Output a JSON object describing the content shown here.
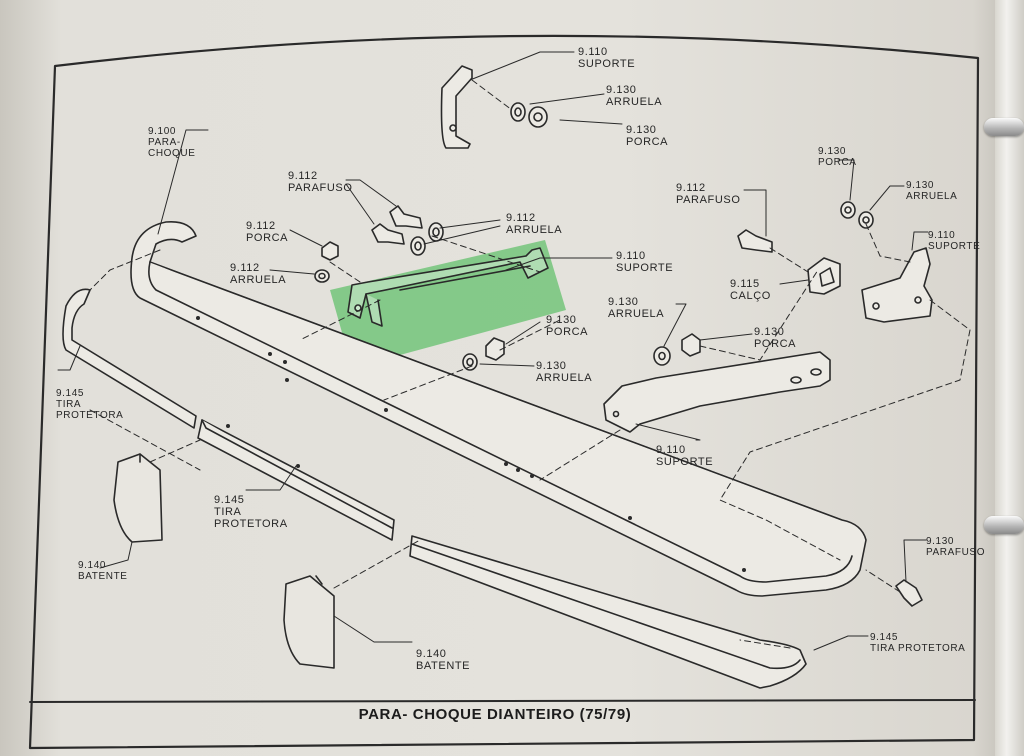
{
  "labels": {
    "para_choque": {
      "code": "9.100",
      "name_1": "PARA-",
      "name_2": "CHOQUE"
    },
    "suporte_top": {
      "code": "9.110",
      "name": "SUPORTE"
    },
    "arruela_top": {
      "code": "9.130",
      "name": "ARRUELA"
    },
    "porca_top": {
      "code": "9.130",
      "name": "PORCA"
    },
    "parafuso_left": {
      "code": "9.112",
      "name": "PARAFUSO"
    },
    "porca_left": {
      "code": "9.112",
      "name": "PORCA"
    },
    "arruela_left": {
      "code": "9.112",
      "name": "ARRUELA"
    },
    "arruela_mid": {
      "code": "9.112",
      "name": "ARRUELA"
    },
    "suporte_mid": {
      "code": "9.110",
      "name": "SUPORTE"
    },
    "porca_mid": {
      "code": "9.130",
      "name": "PORCA"
    },
    "arruela_mid2": {
      "code": "9.130",
      "name": "ARRUELA"
    },
    "parafuso_right": {
      "code": "9.112",
      "name": "PARAFUSO"
    },
    "calco": {
      "code": "9.115",
      "name": "CALÇO"
    },
    "porca_right_top": {
      "code": "9.130",
      "name": "PORCA"
    },
    "arruela_right_top": {
      "code": "9.130",
      "name": "ARRUELA"
    },
    "suporte_right_top": {
      "code": "9.110",
      "name": "SUPORTE"
    },
    "arruela_right": {
      "code": "9.130",
      "name": "ARRUELA"
    },
    "porca_right": {
      "code": "9.130",
      "name": "PORCA"
    },
    "suporte_right": {
      "code": "9.110",
      "name": "SUPORTE"
    },
    "tira_left": {
      "code": "9.145",
      "name_1": "TIRA",
      "name_2": "PROTETORA"
    },
    "tira_mid": {
      "code": "9.145",
      "name_1": "TIRA",
      "name_2": "PROTETORA"
    },
    "batente_left": {
      "code": "9.140",
      "name": "BATENTE"
    },
    "batente_mid": {
      "code": "9.140",
      "name": "BATENTE"
    },
    "parafuso_far_right": {
      "code": "9.130",
      "name": "PARAFUSO"
    },
    "tira_right": {
      "code": "9.145",
      "name": "TIRA PROTETORA"
    }
  },
  "caption": "PARA- CHOQUE DIANTEIRO (75/79)",
  "colors": {
    "ink": "#2a2a2a",
    "highlight": "#5fbf6a",
    "paper": "#e4e2dc"
  }
}
